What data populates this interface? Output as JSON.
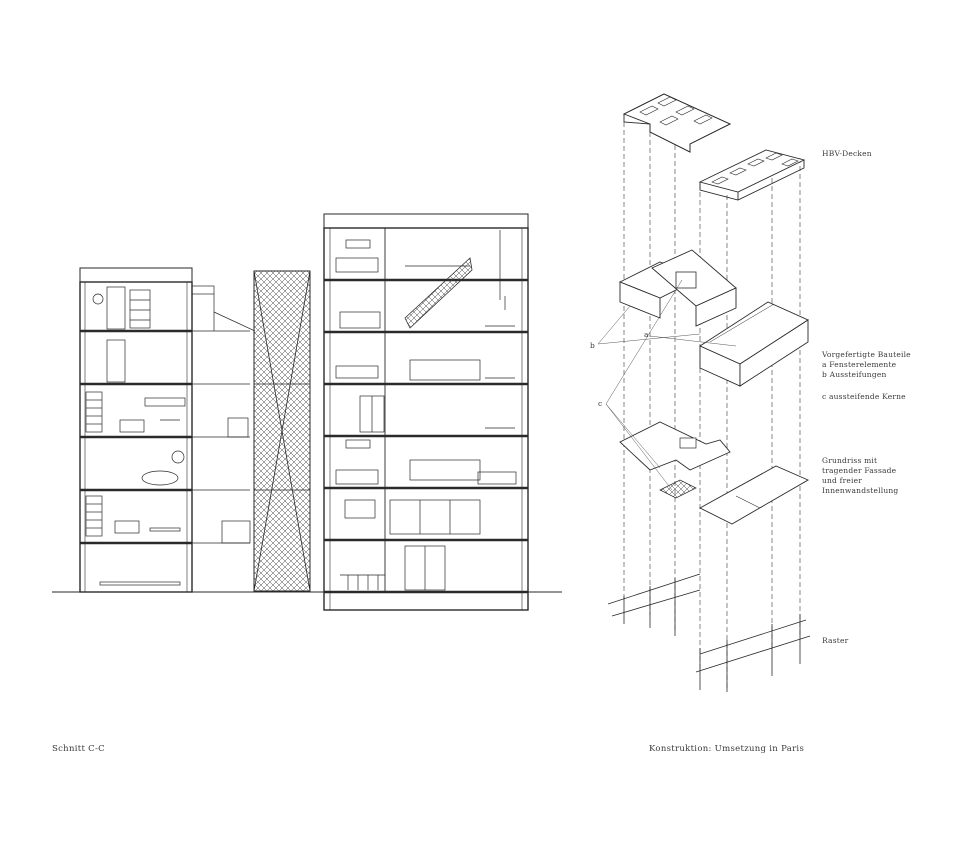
{
  "section": {
    "caption": "Schnitt C-C"
  },
  "axonometric": {
    "caption": "Konstruktion: Umsetzung in Paris",
    "labels": {
      "hbv": "HBV-Decken",
      "prefab_title": "Vorgefertigte Bauteile",
      "prefab_a": "a Fensterelemente",
      "prefab_b": "b Aussteifungen",
      "prefab_c": "c aussteifende Kerne",
      "plan_1": "Grundriss mit",
      "plan_2": "tragender Fassade",
      "plan_3": "und freier",
      "plan_4": "Innenwandstellung",
      "raster": "Raster"
    },
    "letters": {
      "a": "a",
      "b": "b",
      "c": "c"
    }
  }
}
